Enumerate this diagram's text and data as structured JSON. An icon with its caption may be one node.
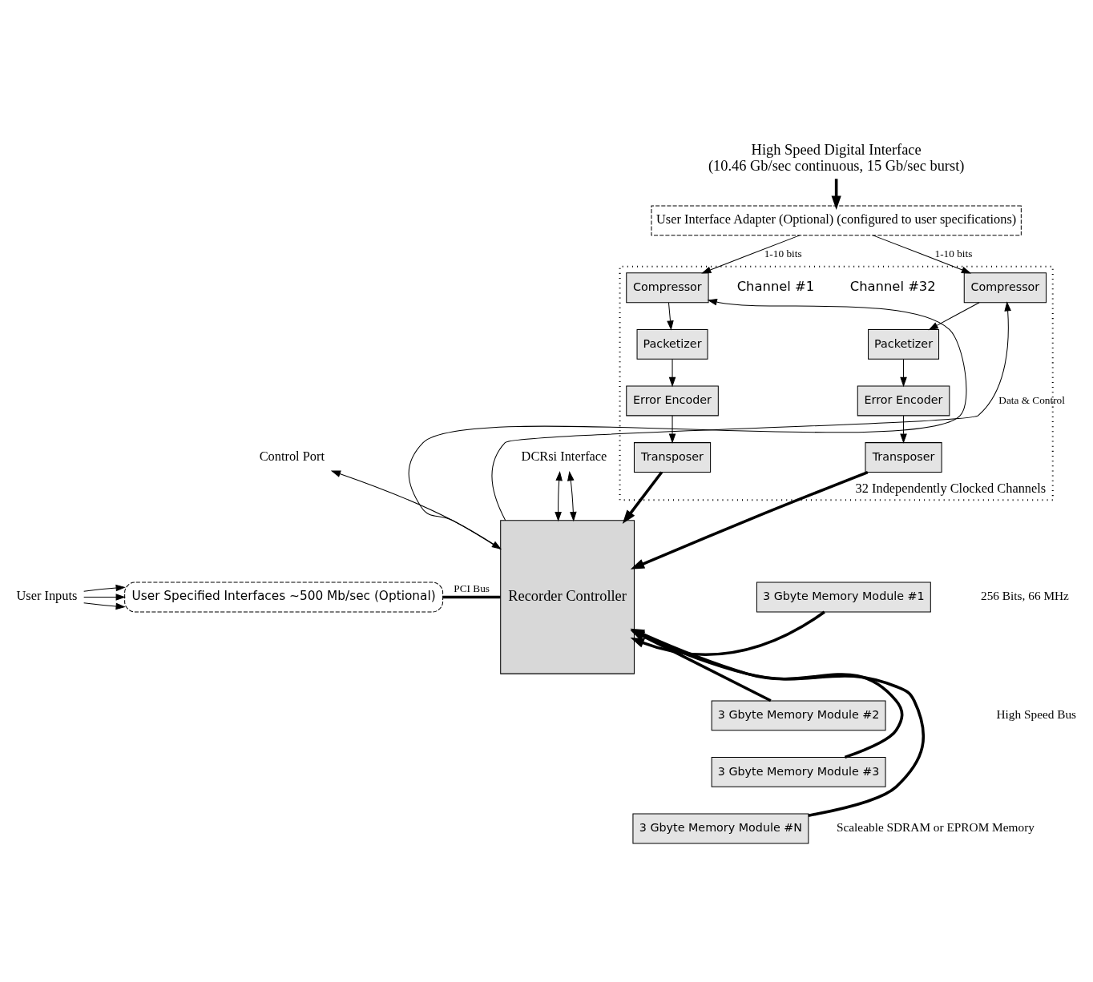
{
  "diagram": {
    "nodes": [
      {
        "text": [
          "High Speed Digital Interface",
          "(10.46 Gb/sec continuous, 15 Gb/sec burst)"
        ]
      },
      {
        "text": [
          "User Interface Adapter (Optional) (configured to user specifications)"
        ]
      },
      {
        "text": [
          "32 Independently Clocked Channels"
        ]
      },
      {
        "text": [
          "Compressor"
        ],
        "in": 2
      },
      {
        "text": [
          "Packetizer"
        ],
        "in": 2
      },
      {
        "text": [
          "Error Encoder"
        ],
        "in": 2
      },
      {
        "text": [
          "Transposer"
        ],
        "in": 2
      },
      {
        "text": [
          "Compressor"
        ],
        "in": 2
      },
      {
        "text": [
          "Packetizer"
        ],
        "in": 2
      },
      {
        "text": [
          "Error Encoder"
        ],
        "in": 2
      },
      {
        "text": [
          "Transposer"
        ],
        "in": 2
      },
      {
        "text": [
          "Recorder Controller"
        ]
      },
      {
        "text": [
          "3 Gbyte Memory Module #1"
        ]
      },
      {
        "text": [
          "3 Gbyte Memory Module #2"
        ]
      },
      {
        "text": [
          "3 Gbyte Memory Module #3"
        ]
      },
      {
        "text": [
          "3 Gbyte Memory Module #N"
        ]
      },
      {
        "text": [
          "DCRsi Interface"
        ]
      },
      {
        "text": [
          "Control Port"
        ]
      },
      {
        "text": [
          "User Specified Interfaces ~500 Mb/sec (Optional)"
        ]
      },
      {
        "text": [
          "User Inputs"
        ]
      }
    ],
    "edges": [
      {
        "from": 0,
        "to": 1,
        "arrow": "to",
        "style": "thick"
      },
      {
        "from": 1,
        "to": 3,
        "arrow": "to",
        "label": "1-10 bits"
      },
      {
        "from": 1,
        "to": 7,
        "arrow": "to",
        "label": "1-10 bits"
      },
      {
        "from": 3,
        "to": 4,
        "arrow": "to"
      },
      {
        "from": 4,
        "to": 5,
        "arrow": "to"
      },
      {
        "from": 5,
        "to": 6,
        "arrow": "to"
      },
      {
        "from": 7,
        "to": 8,
        "arrow": "to"
      },
      {
        "from": 8,
        "to": 9,
        "arrow": "to"
      },
      {
        "from": 9,
        "to": 10,
        "arrow": "to"
      },
      {
        "from": 6,
        "to": 11,
        "arrow": "to",
        "style": "thick"
      },
      {
        "from": 10,
        "to": 11,
        "arrow": "to",
        "style": "thick"
      },
      {
        "from": 12,
        "to": 11,
        "arrow": "to",
        "style": "thick"
      },
      {
        "from": 13,
        "to": 11,
        "arrow": "to",
        "style": "thick"
      },
      {
        "from": 14,
        "to": 11,
        "arrow": "to",
        "style": "thick"
      },
      {
        "from": 15,
        "to": 11,
        "arrow": "to",
        "style": "thick"
      },
      {
        "from": 11,
        "to": 3,
        "arrow": "to"
      },
      {
        "from": 11,
        "to": 7,
        "arrow": "to",
        "label": "Data & Control"
      },
      {
        "from": 16,
        "to": 11,
        "arrow": "both"
      },
      {
        "from": 16,
        "to": 11,
        "arrow": "both"
      },
      {
        "from": 17,
        "to": 11,
        "arrow": "both"
      },
      {
        "from": 19,
        "to": 18,
        "arrow": "to"
      },
      {
        "from": 19,
        "to": 18,
        "arrow": "to"
      },
      {
        "from": 19,
        "to": 18,
        "arrow": "to"
      },
      {
        "from": 18,
        "to": 11,
        "arrow": "none",
        "label": "PCI Bus",
        "style": "thick"
      }
    ],
    "labels": [
      "Channel #1",
      "Channel #32",
      "256 Bits, 66 MHz",
      "High Speed Bus",
      "Scaleable SDRAM or EPROM Memory"
    ]
  }
}
